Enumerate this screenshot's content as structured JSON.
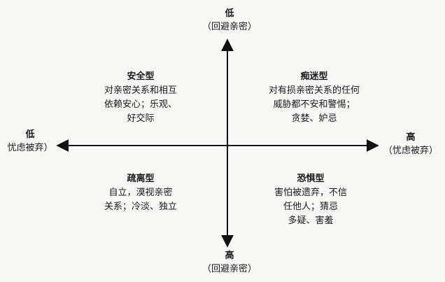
{
  "axes": {
    "top": {
      "level": "低",
      "dimension": "（回避亲密）"
    },
    "bottom": {
      "level": "高",
      "dimension": "（回避亲密）"
    },
    "left": {
      "level": "低",
      "dimension": "忧虑被弃）"
    },
    "right": {
      "level": "高",
      "dimension": "（忧虑被弃）"
    }
  },
  "quadrants": {
    "top_left": {
      "title": "安全型",
      "lines": [
        "对亲密关系和相互",
        "依赖安心；乐观、",
        "好交际"
      ]
    },
    "top_right": {
      "title": "痴迷型",
      "lines": [
        "对有损亲密关系的任何",
        "威胁都不安和警惕；",
        "贪婪、妒忌"
      ]
    },
    "bottom_left": {
      "title": "疏离型",
      "lines": [
        "自立，漠视亲密",
        "关系；冷淡、独立"
      ]
    },
    "bottom_right": {
      "title": "恐惧型",
      "lines": [
        "害怕被遗弃，不信",
        "任他人；猜忌",
        "多疑、害羞"
      ]
    }
  }
}
